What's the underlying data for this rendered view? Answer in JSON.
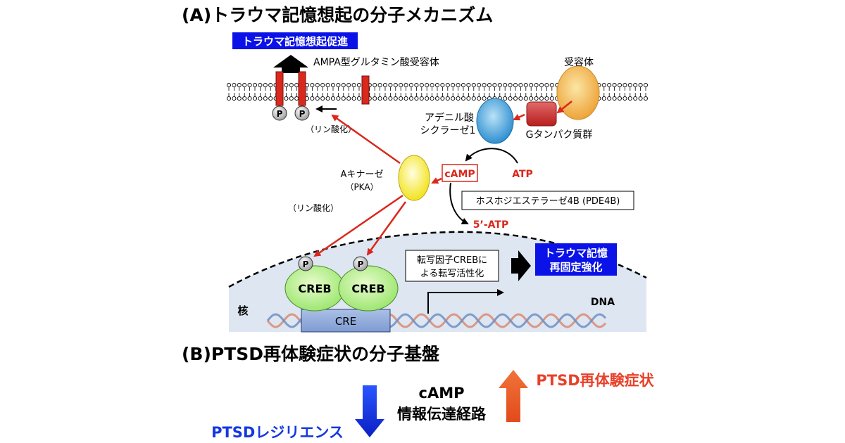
{
  "panel_a": {
    "title": "(A)トラウマ記憶想起の分子メカニズム",
    "promote_box": "トラウマ記憶想起促進",
    "ampa_label": "AMPA型グルタミン酸受容体",
    "receptor_label": "受容体",
    "g_protein_label": "Gタンパク質群",
    "adenylyl_label_1": "アデニル酸",
    "adenylyl_label_2": "シクラーゼ1",
    "phospho_label_top": "（リン酸化）",
    "pka_label_1": "Aキナーゼ",
    "pka_label_2": "（PKA）",
    "phospho_label_mid": "（リン酸化）",
    "camp_label": "cAMP",
    "atp_label": "ATP",
    "pde_label": "ホスホジエステラーゼ4B (PDE4B)",
    "five_atp_label": "5’-ATP",
    "p_label": "P",
    "creb_label": "CREB",
    "cre_label": "CRE",
    "transcription_1": "転写因子CREBに",
    "transcription_2": "よる転写活性化",
    "reconsolidation_1": "トラウマ記憶",
    "reconsolidation_2": "再固定強化",
    "nucleus_label": "核",
    "dna_label": "DNA"
  },
  "panel_b": {
    "title": "(B)PTSD再体験症状の分子基盤",
    "pathway_1": "cAMP",
    "pathway_2": "情報伝達経路",
    "symptom_label": "PTSD再体験症状",
    "resilience_label": "PTSDレジリエンス"
  },
  "colors": {
    "blue_box": "#0a12e8",
    "red": "#d9281c",
    "green": "#b4f08a",
    "yellow": "#ffff66",
    "orange": "#f6c24a",
    "cyan": "#4aa8e0",
    "nucleus": "#dde6f1",
    "arrow_blue": "#1438e0",
    "arrow_red": "#e8402a"
  }
}
